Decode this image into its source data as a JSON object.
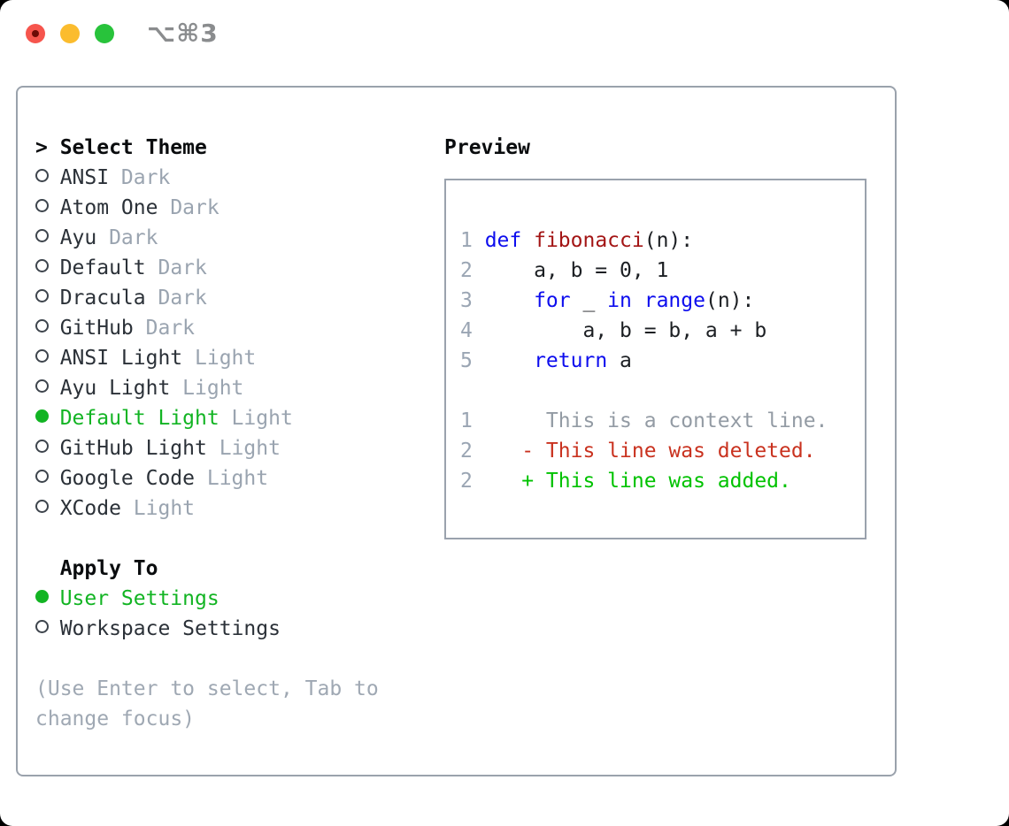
{
  "titlebar": {
    "shortcut": "⌥⌘3",
    "traffic_lights": [
      "close",
      "minimize",
      "zoom"
    ]
  },
  "colors": {
    "accent_green": "#12b423",
    "diff_added": "#00c200",
    "diff_deleted": "#c9321f",
    "keyword_blue": "#0d0dee",
    "function_red": "#a31515",
    "muted_gray": "#9aa4b0",
    "border_gray": "#9aa2ac"
  },
  "theme_panel": {
    "selector_arrow": ">",
    "title": "Select Theme",
    "items": [
      {
        "name": "ANSI",
        "variant": "Dark",
        "selected": false
      },
      {
        "name": "Atom One",
        "variant": "Dark",
        "selected": false
      },
      {
        "name": "Ayu",
        "variant": "Dark",
        "selected": false
      },
      {
        "name": "Default",
        "variant": "Dark",
        "selected": false
      },
      {
        "name": "Dracula",
        "variant": "Dark",
        "selected": false
      },
      {
        "name": "GitHub",
        "variant": "Dark",
        "selected": false
      },
      {
        "name": "ANSI Light",
        "variant": "Light",
        "selected": false
      },
      {
        "name": "Ayu Light",
        "variant": "Light",
        "selected": false
      },
      {
        "name": "Default Light",
        "variant": "Light",
        "selected": true
      },
      {
        "name": "GitHub Light",
        "variant": "Light",
        "selected": false
      },
      {
        "name": "Google Code",
        "variant": "Light",
        "selected": false
      },
      {
        "name": "XCode",
        "variant": "Light",
        "selected": false
      }
    ],
    "apply_to": {
      "title": "Apply To",
      "options": [
        {
          "label": "User Settings",
          "selected": true
        },
        {
          "label": "Workspace Settings",
          "selected": false
        }
      ]
    },
    "hint": "(Use Enter to select, Tab to change focus)"
  },
  "preview": {
    "title": "Preview",
    "code_lines": [
      {
        "number": "1",
        "tokens": [
          {
            "t": "def",
            "c": "kw"
          },
          {
            "t": " ",
            "c": "plain"
          },
          {
            "t": "fibonacci",
            "c": "fn"
          },
          {
            "t": "(n):",
            "c": "plain"
          }
        ]
      },
      {
        "number": "2",
        "tokens": [
          {
            "t": "    a, b = 0, 1",
            "c": "plain"
          }
        ]
      },
      {
        "number": "3",
        "tokens": [
          {
            "t": "    ",
            "c": "plain"
          },
          {
            "t": "for",
            "c": "kw"
          },
          {
            "t": " _ ",
            "c": "plain"
          },
          {
            "t": "in",
            "c": "kw"
          },
          {
            "t": " ",
            "c": "plain"
          },
          {
            "t": "range",
            "c": "kw"
          },
          {
            "t": "(n):",
            "c": "plain"
          }
        ]
      },
      {
        "number": "4",
        "tokens": [
          {
            "t": "        a, b = b, a + b",
            "c": "plain"
          }
        ]
      },
      {
        "number": "5",
        "tokens": [
          {
            "t": "    ",
            "c": "plain"
          },
          {
            "t": "return",
            "c": "kw"
          },
          {
            "t": " a",
            "c": "plain"
          }
        ]
      }
    ],
    "diff_lines": [
      {
        "number": "1",
        "tokens": [
          {
            "t": "     This is a context line.",
            "c": "ctx"
          }
        ]
      },
      {
        "number": "2",
        "tokens": [
          {
            "t": "   - This line was deleted.",
            "c": "del"
          }
        ]
      },
      {
        "number": "2",
        "tokens": [
          {
            "t": "   + This line was added.",
            "c": "add"
          }
        ]
      }
    ]
  }
}
